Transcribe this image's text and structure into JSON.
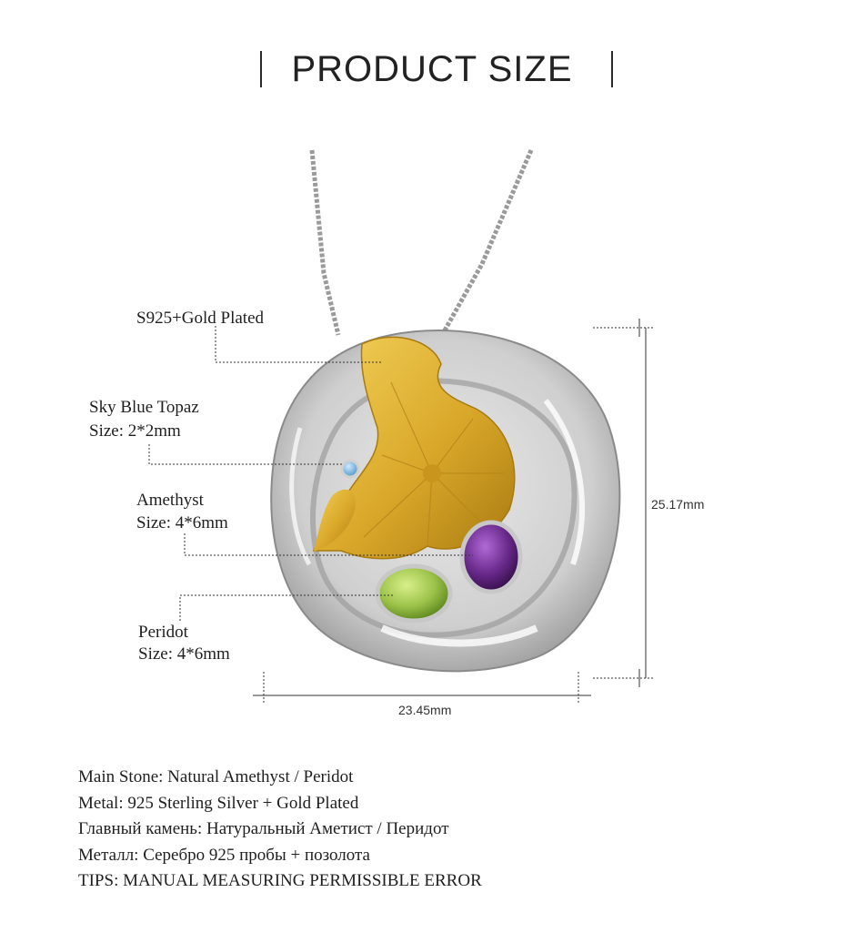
{
  "header": {
    "title": "PRODUCT SIZE"
  },
  "callouts": [
    {
      "line1": "S925+Gold Plated",
      "line2": ""
    },
    {
      "line1": "Sky Blue Topaz",
      "line2": "Size: 2*2mm"
    },
    {
      "line1": "Amethyst",
      "line2": "Size: 4*6mm"
    },
    {
      "line1": "Peridot",
      "line2": "Size: 4*6mm"
    }
  ],
  "dimensions": {
    "height": "25.17mm",
    "width": "23.45mm"
  },
  "specs": [
    "Main Stone: Natural Amethyst / Peridot",
    "Metal: 925 Sterling Silver + Gold Plated",
    "Главный камень: Натуральный Аметист / Перидот",
    "Металл: Серебро 925 пробы + позолота",
    "TIPS: MANUAL MEASURING PERMISSIBLE ERROR"
  ],
  "colors": {
    "gold": "#d9a82a",
    "silver": "#b8b8b8",
    "amethyst": "#6a2a8c",
    "peridot": "#9cc24a",
    "topaz": "#6fb4df"
  }
}
